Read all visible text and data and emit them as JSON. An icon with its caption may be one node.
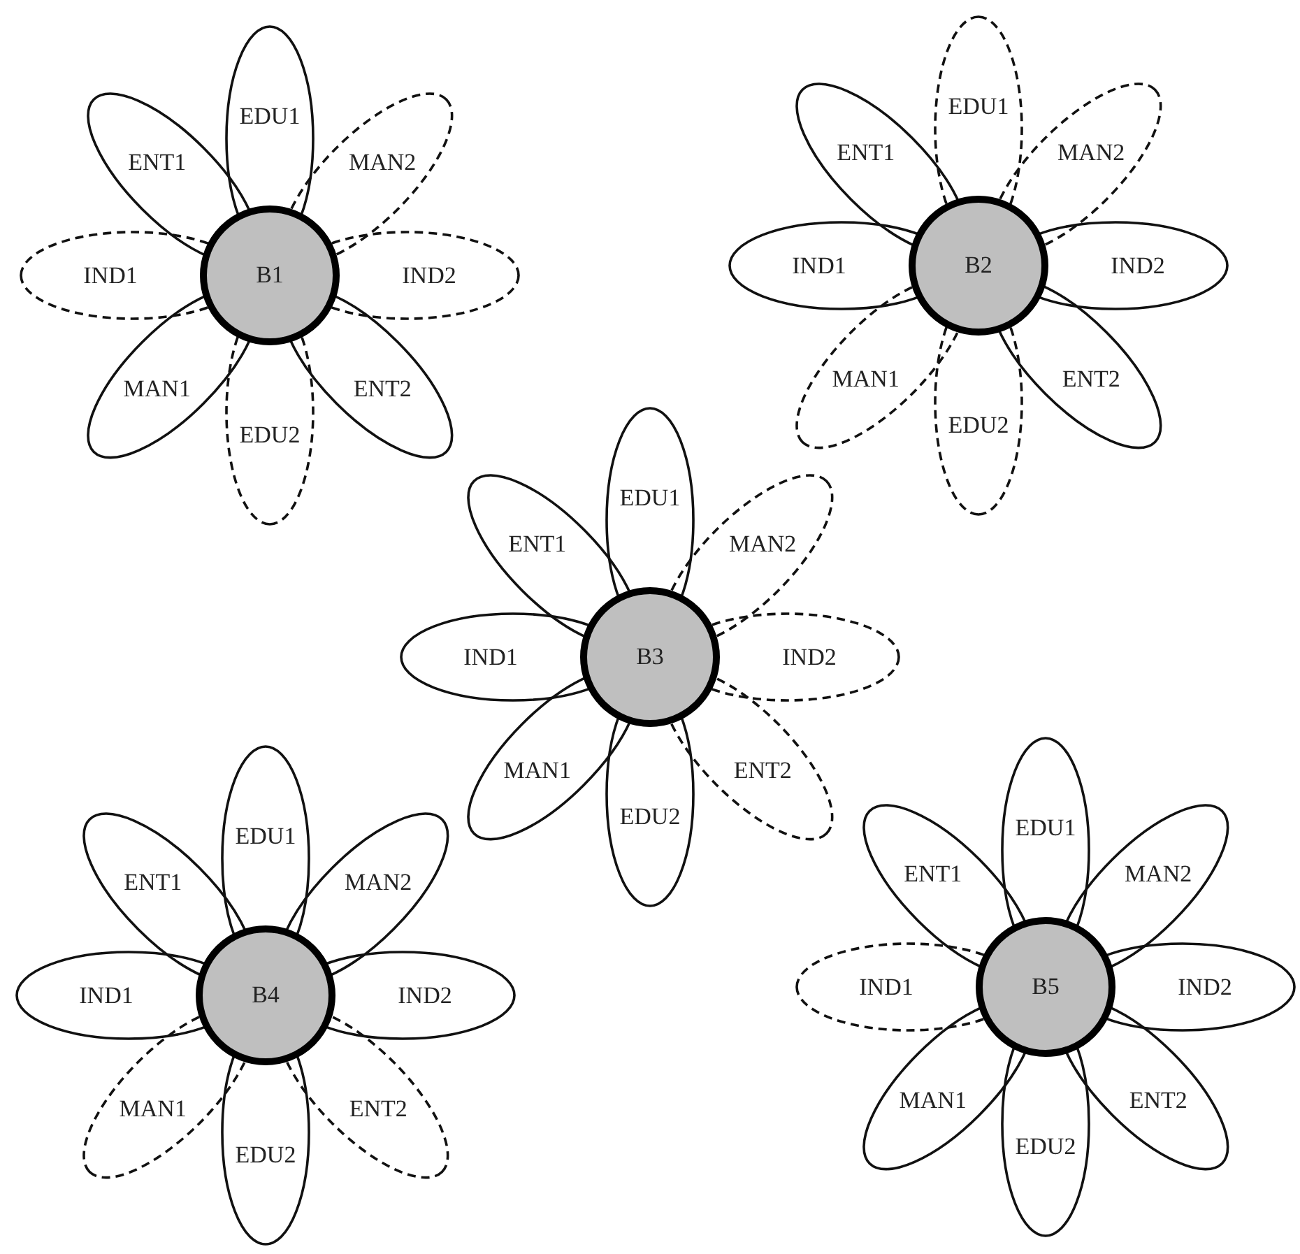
{
  "diagram": {
    "nodes": [
      {
        "text": [
          "B1"
        ]
      },
      {
        "text": [
          "EDU1"
        ]
      },
      {
        "text": [
          "ENT1"
        ]
      },
      {
        "text": [
          "MAN2"
        ]
      },
      {
        "text": [
          "IND1"
        ]
      },
      {
        "text": [
          "IND2"
        ]
      },
      {
        "text": [
          "MAN1"
        ]
      },
      {
        "text": [
          "ENT2"
        ]
      },
      {
        "text": [
          "EDU2"
        ]
      },
      {
        "text": [
          "B2"
        ]
      },
      {
        "text": [
          "EDU1"
        ]
      },
      {
        "text": [
          "ENT1"
        ]
      },
      {
        "text": [
          "MAN2"
        ]
      },
      {
        "text": [
          "IND1"
        ]
      },
      {
        "text": [
          "IND2"
        ]
      },
      {
        "text": [
          "MAN1"
        ]
      },
      {
        "text": [
          "ENT2"
        ]
      },
      {
        "text": [
          "EDU2"
        ]
      },
      {
        "text": [
          "B3"
        ]
      },
      {
        "text": [
          "EDU1"
        ]
      },
      {
        "text": [
          "ENT1"
        ]
      },
      {
        "text": [
          "MAN2"
        ]
      },
      {
        "text": [
          "IND1"
        ]
      },
      {
        "text": [
          "IND2"
        ]
      },
      {
        "text": [
          "MAN1"
        ]
      },
      {
        "text": [
          "ENT2"
        ]
      },
      {
        "text": [
          "EDU2"
        ]
      },
      {
        "text": [
          "B4"
        ]
      },
      {
        "text": [
          "EDU1"
        ]
      },
      {
        "text": [
          "ENT1"
        ]
      },
      {
        "text": [
          "MAN2"
        ]
      },
      {
        "text": [
          "IND1"
        ]
      },
      {
        "text": [
          "IND2"
        ]
      },
      {
        "text": [
          "MAN1"
        ]
      },
      {
        "text": [
          "ENT2"
        ]
      },
      {
        "text": [
          "EDU2"
        ]
      },
      {
        "text": [
          "B5"
        ]
      },
      {
        "text": [
          "EDU1"
        ]
      },
      {
        "text": [
          "ENT1"
        ]
      },
      {
        "text": [
          "MAN2"
        ]
      },
      {
        "text": [
          "IND1"
        ]
      },
      {
        "text": [
          "IND2"
        ]
      },
      {
        "text": [
          "MAN1"
        ]
      },
      {
        "text": [
          "ENT2"
        ]
      },
      {
        "text": [
          "EDU2"
        ]
      }
    ]
  }
}
